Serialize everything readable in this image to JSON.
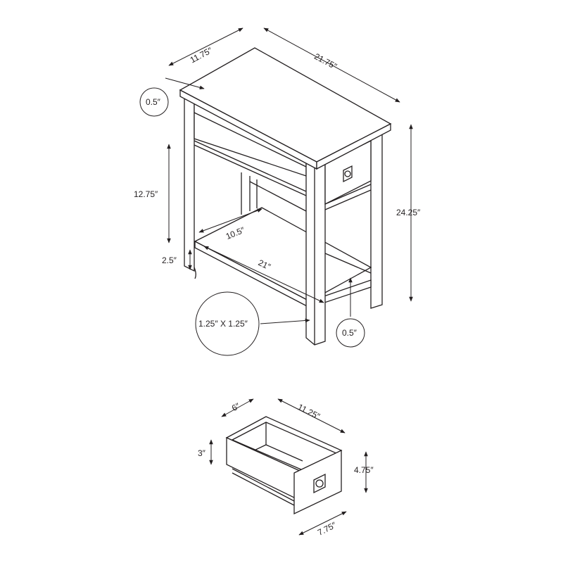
{
  "table": {
    "depth": "11.75″",
    "width": "21.75″",
    "top_thickness": "0.5″",
    "shelf_clearance": "12.75″",
    "height": "24.25″",
    "shelf_depth": "10.5″",
    "shelf_height": "2.5″",
    "shelf_width": "21″",
    "leg_size": "1.25″ X 1.25″",
    "shelf_thickness": "0.5″"
  },
  "drawer": {
    "width": "6″",
    "depth": "11.25″",
    "inner_height": "3″",
    "front_height": "4.75″",
    "front_width": "7.75″"
  }
}
